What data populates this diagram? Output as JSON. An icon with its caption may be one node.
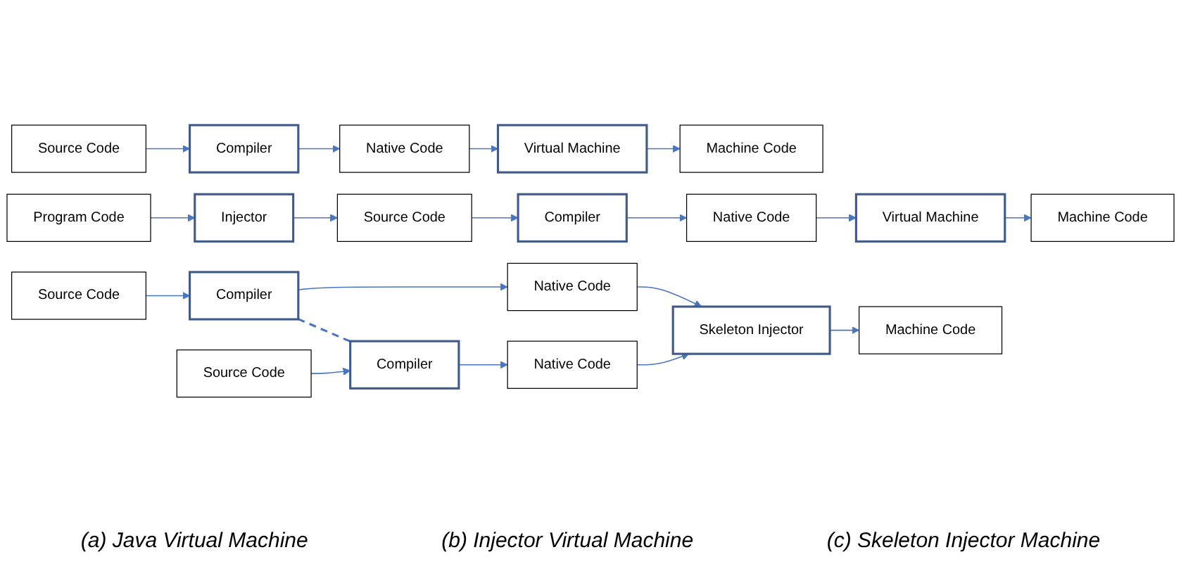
{
  "diagram": {
    "nodes": [
      {
        "text": [
          "Source Code"
        ]
      },
      {
        "text": [
          "Compiler"
        ]
      },
      {
        "text": [
          "Native Code"
        ]
      },
      {
        "text": [
          "Virtual Machine"
        ]
      },
      {
        "text": [
          "Machine Code"
        ]
      },
      {
        "text": [
          "Program Code"
        ]
      },
      {
        "text": [
          "Injector"
        ]
      },
      {
        "text": [
          "Source Code"
        ]
      },
      {
        "text": [
          "Compiler"
        ]
      },
      {
        "text": [
          "Native Code"
        ]
      },
      {
        "text": [
          "Virtual Machine"
        ]
      },
      {
        "text": [
          "Machine Code"
        ]
      },
      {
        "text": [
          "Source Code"
        ]
      },
      {
        "text": [
          "Compiler"
        ]
      },
      {
        "text": [
          "Native Code"
        ]
      },
      {
        "text": [
          "Skeleton Injector"
        ]
      },
      {
        "text": [
          "Machine Code"
        ]
      },
      {
        "text": [
          "Source Code"
        ]
      },
      {
        "text": [
          "Compiler"
        ]
      },
      {
        "text": [
          "Native Code"
        ]
      }
    ],
    "edges": [
      {
        "from": 0,
        "to": 1,
        "arrow": "to"
      },
      {
        "from": 1,
        "to": 2,
        "arrow": "to"
      },
      {
        "from": 2,
        "to": 3,
        "arrow": "to"
      },
      {
        "from": 3,
        "to": 4,
        "arrow": "to"
      },
      {
        "from": 5,
        "to": 6,
        "arrow": "to"
      },
      {
        "from": 6,
        "to": 7,
        "arrow": "to"
      },
      {
        "from": 7,
        "to": 8,
        "arrow": "to"
      },
      {
        "from": 8,
        "to": 9,
        "arrow": "to"
      },
      {
        "from": 9,
        "to": 10,
        "arrow": "to"
      },
      {
        "from": 10,
        "to": 11,
        "arrow": "to"
      },
      {
        "from": 12,
        "to": 13,
        "arrow": "to"
      },
      {
        "from": 13,
        "to": 14,
        "arrow": "to"
      },
      {
        "from": 14,
        "to": 15,
        "arrow": "to"
      },
      {
        "from": 15,
        "to": 16,
        "arrow": "to"
      },
      {
        "from": 13,
        "to": 18,
        "arrow": "none",
        "style": "dashed"
      },
      {
        "from": 17,
        "to": 18,
        "arrow": "to"
      },
      {
        "from": 18,
        "to": 19,
        "arrow": "to"
      },
      {
        "from": 19,
        "to": 15,
        "arrow": "to"
      }
    ],
    "labels": [
      "(a) Java Virtual Machine",
      "(b) Injector Virtual Machine",
      "(c) Skeleton Injector Machine"
    ]
  }
}
